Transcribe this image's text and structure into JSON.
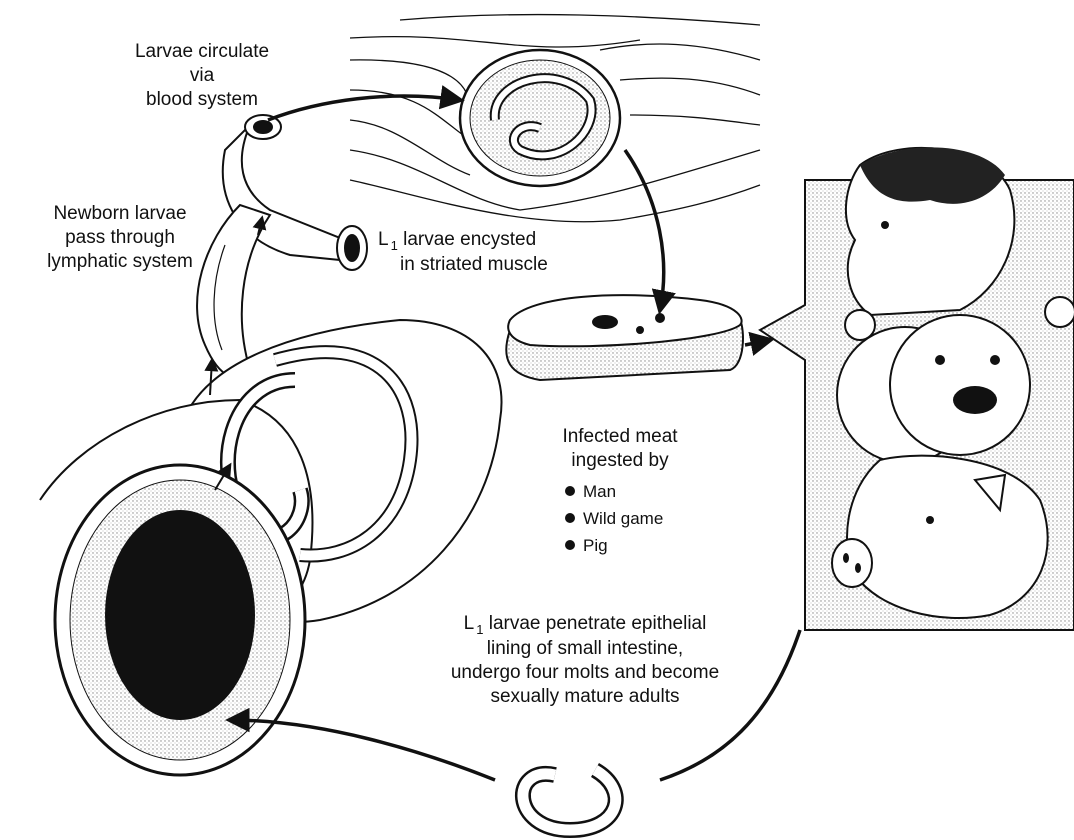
{
  "labels": {
    "circulate": [
      "Larvae circulate",
      "via",
      "blood system"
    ],
    "lymphatic": [
      "Newborn larvae",
      "pass through",
      "lymphatic system"
    ],
    "encysted_letter": "L",
    "encysted_sub": "1",
    "encysted_line1_rest": "larvae encysted",
    "encysted_line2": "in striated muscle",
    "ingested": [
      "Infected meat",
      "ingested by"
    ],
    "hosts": [
      "Man",
      "Wild game",
      "Pig"
    ],
    "penetrate_letter": "L",
    "penetrate_sub": "1",
    "penetrate_line1_rest": "larvae penetrate epithelial",
    "penetrate_lines": [
      "lining of small intestine,",
      "undergo four molts and become",
      "sexually mature adults"
    ]
  },
  "colors": {
    "ink": "#111111",
    "stipple": "#d4d4d4",
    "background": "#ffffff"
  }
}
